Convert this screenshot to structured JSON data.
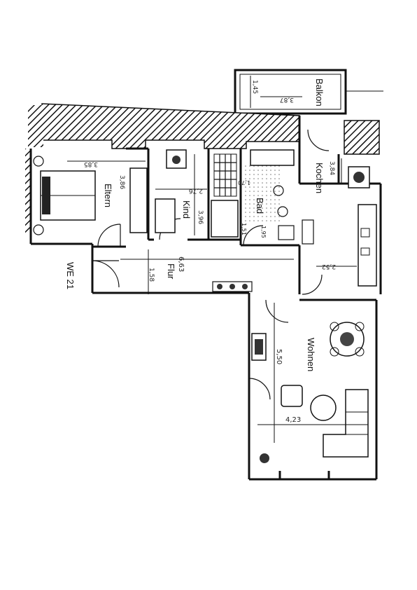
{
  "plan": {
    "unit_label": "WE 21",
    "rooms": {
      "balkon": "Balkon",
      "eltern": "Eltern",
      "kind": "Kind",
      "bad": "Bad",
      "kochen": "Kochen",
      "flur": "Flur",
      "wohnen": "Wohnen"
    },
    "dimensions": {
      "balkon_depth": "1,45",
      "balkon_width": "3,87",
      "eltern_width": "3,85",
      "eltern_depth": "3,86",
      "kind_width": "2,76",
      "kind_depth": "3,96",
      "bad_a": "1,70",
      "bad_b": "1,51",
      "bad_c": "1,95",
      "kochen_width": "3,84",
      "kochen_depth": "2,52",
      "flur_length": "6,63",
      "flur_width": "1,58",
      "wohnen_length": "5,50",
      "wohnen_width": "4,23"
    }
  }
}
